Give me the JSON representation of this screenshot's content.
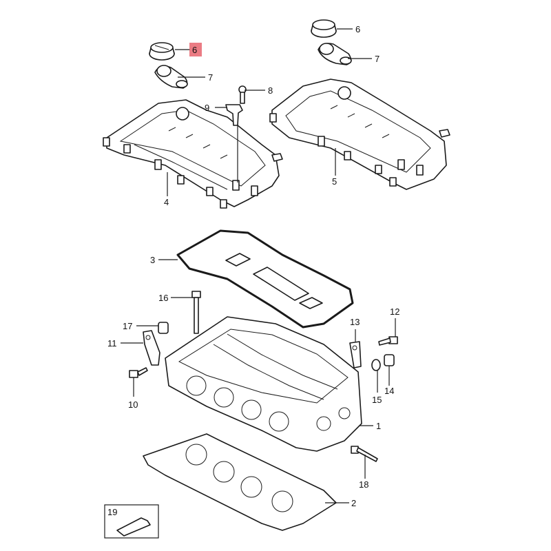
{
  "highlight_color": "#e8656f",
  "callouts": [
    {
      "id": "c1",
      "label": "1"
    },
    {
      "id": "c2",
      "label": "2"
    },
    {
      "id": "c3",
      "label": "3"
    },
    {
      "id": "c4",
      "label": "4"
    },
    {
      "id": "c5",
      "label": "5"
    },
    {
      "id": "c6a",
      "label": "6",
      "highlighted": true
    },
    {
      "id": "c6b",
      "label": "6"
    },
    {
      "id": "c7a",
      "label": "7"
    },
    {
      "id": "c7b",
      "label": "7"
    },
    {
      "id": "c8",
      "label": "8"
    },
    {
      "id": "c9",
      "label": "9"
    },
    {
      "id": "c10",
      "label": "10"
    },
    {
      "id": "c11",
      "label": "11"
    },
    {
      "id": "c12",
      "label": "12"
    },
    {
      "id": "c13",
      "label": "13"
    },
    {
      "id": "c14",
      "label": "14"
    },
    {
      "id": "c15",
      "label": "15"
    },
    {
      "id": "c16",
      "label": "16"
    },
    {
      "id": "c17",
      "label": "17"
    },
    {
      "id": "c18",
      "label": "18"
    },
    {
      "id": "c19",
      "label": "19"
    }
  ]
}
